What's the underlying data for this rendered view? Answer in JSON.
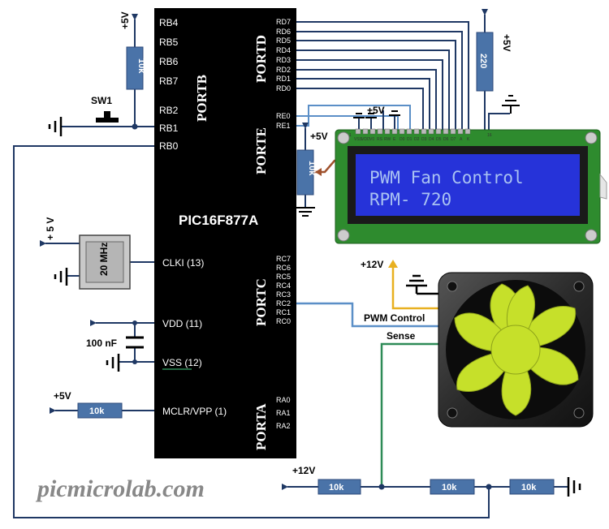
{
  "chip": {
    "name": "PIC16F877A",
    "ports": {
      "portb": "PORTB",
      "portd": "PORTD",
      "porte": "PORTE",
      "portc": "PORTC",
      "porta": "PORTA"
    },
    "portb_pins": [
      "RB4",
      "RB5",
      "RB6",
      "RB7",
      "RB2",
      "RB1",
      "RB0"
    ],
    "portd_pins": [
      "RD7",
      "RD6",
      "RD5",
      "RD4",
      "RD3",
      "RD2",
      "RD1",
      "RD0"
    ],
    "porte_pins": [
      "RE0",
      "RE1"
    ],
    "portc_pins": [
      "RC7",
      "RC6",
      "RC5",
      "RC4",
      "RC3",
      "RC2",
      "RC1",
      "RC0"
    ],
    "porta_pins": [
      "RA0",
      "RA1",
      "RA2"
    ],
    "left_pins": {
      "clki": "CLKI (13)",
      "vdd": "VDD (11)",
      "vss": "VSS  (12)",
      "mclr": "MCLR/VPP (1)"
    }
  },
  "labels": {
    "plus5v": "+5V",
    "plus5v_spaced": "+ 5 V",
    "plus12v": "+12V",
    "sw1": "SW1",
    "capacitor": "100 nF",
    "pwm_control": "PWM Control",
    "sense": "Sense"
  },
  "components": {
    "crystal": "20 MHz",
    "r_pullup": "10k",
    "r_pot": "10k",
    "r_backlight": "220",
    "r_mclr": "10k",
    "r_bottom_1": "10k",
    "r_bottom_2": "10k",
    "r_bottom_3": "10k"
  },
  "lcd": {
    "line1": "PWM Fan Control",
    "line2": "RPM- 720",
    "pin_labels": [
      "VSS",
      "VDD",
      "V0",
      "RS",
      "RW",
      "E",
      "D0",
      "D1",
      "D2",
      "D3",
      "D4",
      "D5",
      "D6",
      "D7",
      "A",
      "K"
    ],
    "pin1": "1",
    "pin16": "16",
    "bg_color": "#2633d9",
    "text_color": "#a9c2f2"
  },
  "watermark": "picmicrolab.com",
  "colors": {
    "chip": "#000000",
    "wire": "#1f3864",
    "resistor": "#4a73a8",
    "pcb": "#2e8b2e",
    "fan_blade": "#c6e02a",
    "pwm_wire": "#5b8fc7",
    "sense_wire": "#2e8b57",
    "vcc_wire": "#e8b020",
    "pot_wiper": "#a0522d"
  }
}
